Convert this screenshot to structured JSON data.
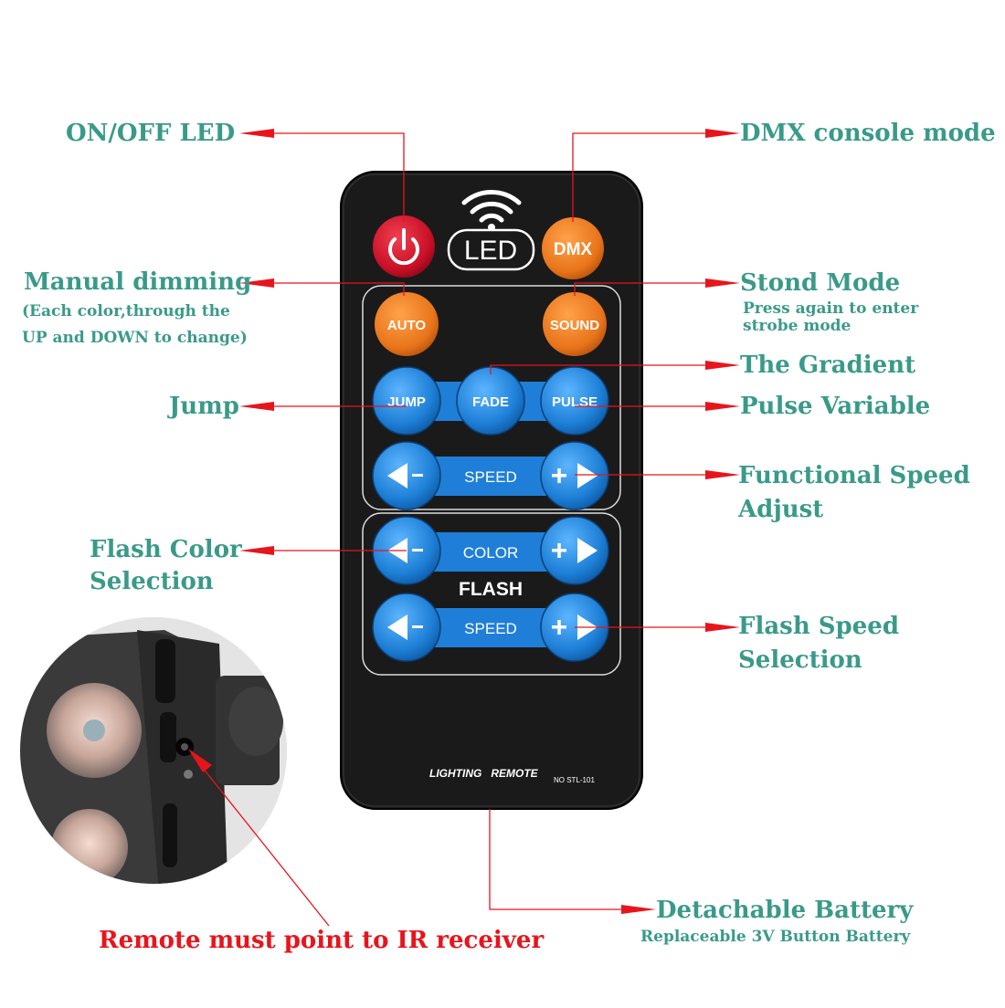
{
  "labels": {
    "on_off": "ON/OFF LED",
    "dmx_mode": "DMX console mode",
    "manual_dimming": "Manual dimming",
    "manual_dimming_note_1": "(Each color,through the",
    "manual_dimming_note_2": "UP and DOWN to change)",
    "stond_mode": "Stond Mode",
    "stond_note_1": "Press again to enter",
    "stond_note_2": "strobe mode",
    "gradient": "The Gradient",
    "jump": "Jump",
    "pulse_variable": "Pulse Variable",
    "functional_speed_1": "Functional Speed",
    "functional_speed_2": "Adjust",
    "flash_color_1": "Flash Color",
    "flash_color_2": "Selection",
    "flash_speed_1": "Flash Speed",
    "flash_speed_2": "Selection",
    "battery": "Detachable Battery",
    "battery_note": "Replaceable 3V Button Battery",
    "ir_receiver": "Remote must point to IR receiver"
  },
  "remote": {
    "led_text": "LED",
    "dmx": "DMX",
    "auto": "AUTO",
    "sound": "SOUND",
    "jump": "JUMP",
    "fade": "FADE",
    "pulse": "PULSE",
    "speed": "SPEED",
    "color": "COLOR",
    "flash": "FLASH",
    "flash_speed": "SPEED",
    "brand": "LIGHTING   REMOTE",
    "model": "NO STL-101"
  },
  "colors": {
    "label": "#3a9a89",
    "arrow": "#e8141c",
    "remote_body": "#1a1a1a",
    "blue_button": "#2a86d8",
    "orange_button": "#e8771c",
    "power_button": "#c8102e"
  }
}
